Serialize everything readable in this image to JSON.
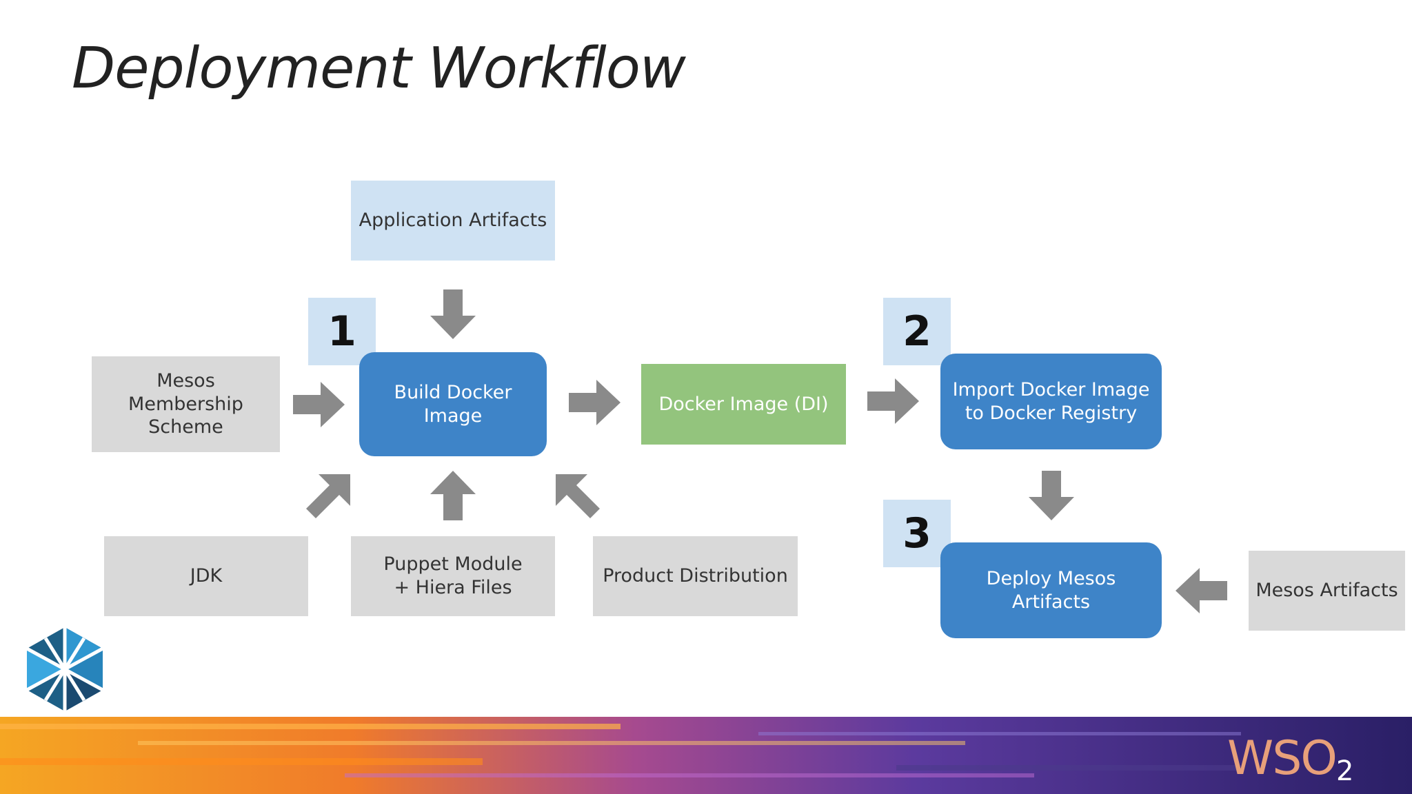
{
  "slide": {
    "title": "Deployment Workflow"
  },
  "nodes": {
    "application_artifacts": "Application Artifacts",
    "mesos_membership_scheme": [
      "Mesos",
      "Membership",
      "Scheme"
    ],
    "build_docker_image": [
      "Build Docker",
      "Image"
    ],
    "docker_image": "Docker Image (DI)",
    "import_docker_image": [
      "Import Docker Image",
      "to Docker Registry"
    ],
    "deploy_mesos_artifacts": [
      "Deploy Mesos",
      "Artifacts"
    ],
    "jdk": "JDK",
    "puppet_module": [
      "Puppet Module",
      "+ Hiera Files"
    ],
    "product_distribution": "Product Distribution",
    "mesos_artifacts": "Mesos Artifacts"
  },
  "steps": [
    "1",
    "2",
    "3"
  ],
  "logos": {
    "corner_icon": "hexagon-logo-icon",
    "brand": "WSO",
    "brand_sub": "2"
  },
  "colors": {
    "gray_box": "#d9d9d9",
    "light_blue_box": "#cfe2f3",
    "blue_process": "#3e84c8",
    "green_output": "#93c47d",
    "arrow": "#8a8a8a"
  }
}
